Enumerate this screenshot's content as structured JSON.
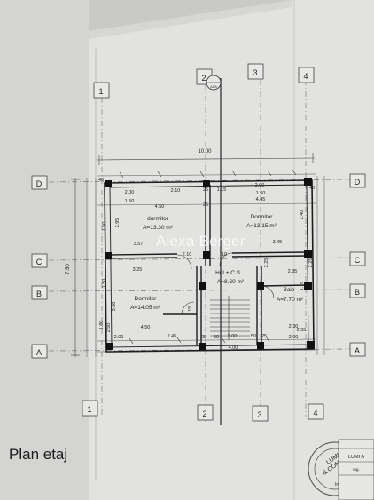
{
  "plan_title": "Plan etaj",
  "watermark": "Alexa Berger",
  "grid": {
    "columns_top": [
      "1",
      "2",
      "3",
      "4"
    ],
    "columns_bottom": [
      "1",
      "2",
      "3",
      "4"
    ],
    "rows_left": [
      "D",
      "C",
      "B",
      "A"
    ],
    "rows_right": [
      "D",
      "C",
      "B",
      "A"
    ],
    "section_mark": "A1/A"
  },
  "dimensions": {
    "overall_width": "10.00",
    "overall_height": "7.50",
    "top_row": [
      "40",
      "2.00",
      "2.10",
      "25",
      "1.15",
      "2.00",
      "40"
    ],
    "inner_top": [
      "1.50",
      "4.50",
      "25",
      "4.45",
      "1.50"
    ],
    "mid": [
      "3.57",
      "3.45",
      "3.25",
      "2.10",
      "10",
      "2.25",
      "2.35"
    ],
    "bottom_row": [
      "2.00",
      "2.45",
      "25",
      "50",
      "2.00",
      "50",
      "25",
      "2.00"
    ],
    "bottom_inner": [
      "4.50",
      "4.00",
      "2.30"
    ],
    "left_vertical": [
      "1.50",
      "2.95",
      "3.50",
      "2.50",
      "1.15",
      "1.50",
      "1.80"
    ],
    "right_vertical": [
      "2.40",
      "1.76",
      "2.25",
      "2.35"
    ]
  },
  "rooms": [
    {
      "name": "dormitor",
      "area": "A=13.30 m²"
    },
    {
      "name": "Dormitor",
      "area": "A=13.15 m²"
    },
    {
      "name": "Hol + C.S.",
      "area": "A=8.60 m²"
    },
    {
      "name": "Baie",
      "area": "A=7.70 m²"
    },
    {
      "name": "Dormitor",
      "area": "A=14.05 m²"
    }
  ],
  "stamp_text": [
    "LUMI A",
    "& CONS",
    "Ing."
  ],
  "title_block_text": [
    "LUMI A",
    "Ing."
  ]
}
